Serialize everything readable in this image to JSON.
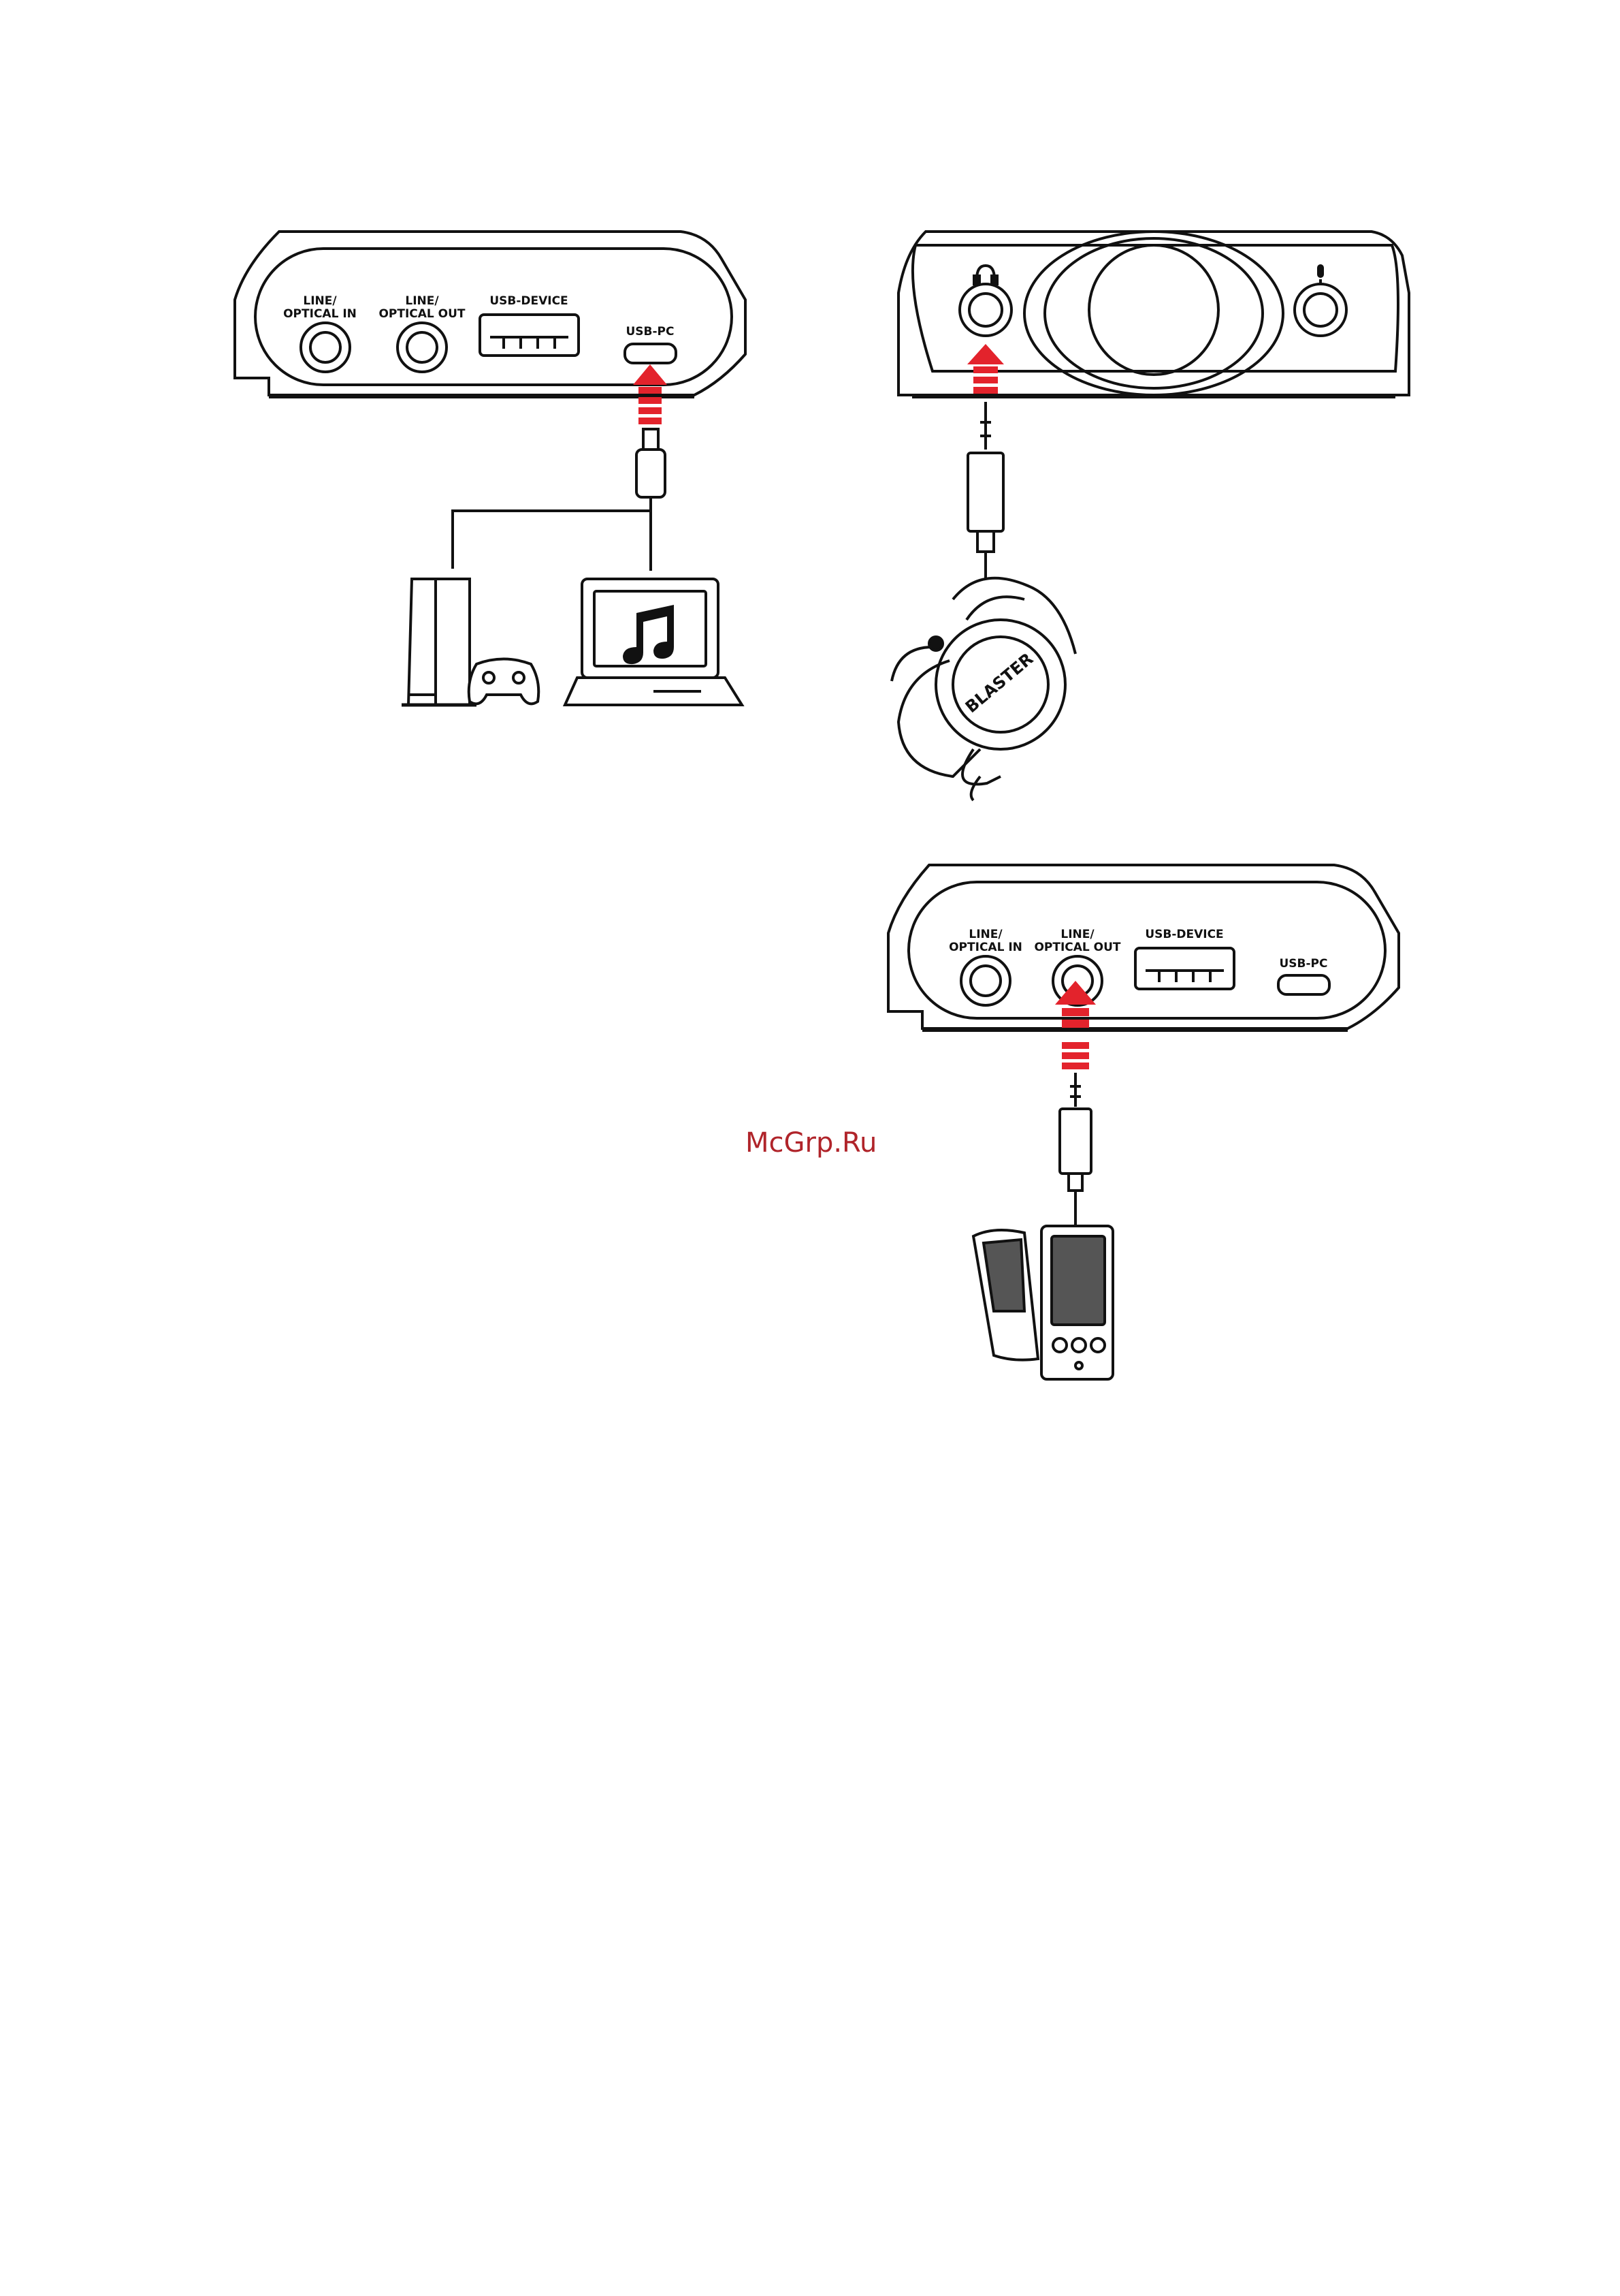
{
  "watermark": "McGrp.Ru",
  "panel_rear_top": {
    "labels": {
      "line_optical_in": [
        "LINE/",
        "OPTICAL IN"
      ],
      "line_optical_out": [
        "LINE/",
        "OPTICAL OUT"
      ],
      "usb_device": "USB-DEVICE",
      "usb_pc": "USB-PC"
    }
  },
  "panel_rear_bottom": {
    "labels": {
      "line_optical_in": [
        "LINE/",
        "OPTICAL IN"
      ],
      "line_optical_out": [
        "LINE/",
        "OPTICAL OUT"
      ],
      "usb_device": "USB-DEVICE",
      "usb_pc": "USB-PC"
    }
  },
  "headset_brand": "BLASTER",
  "colors": {
    "arrow": "#e3232c",
    "line": "#111111"
  },
  "icons": [
    "headphone-icon",
    "microphone-icon",
    "music-note-icon",
    "console-icon",
    "gamepad-icon",
    "laptop-icon",
    "speaker-icon",
    "headset-icon"
  ]
}
